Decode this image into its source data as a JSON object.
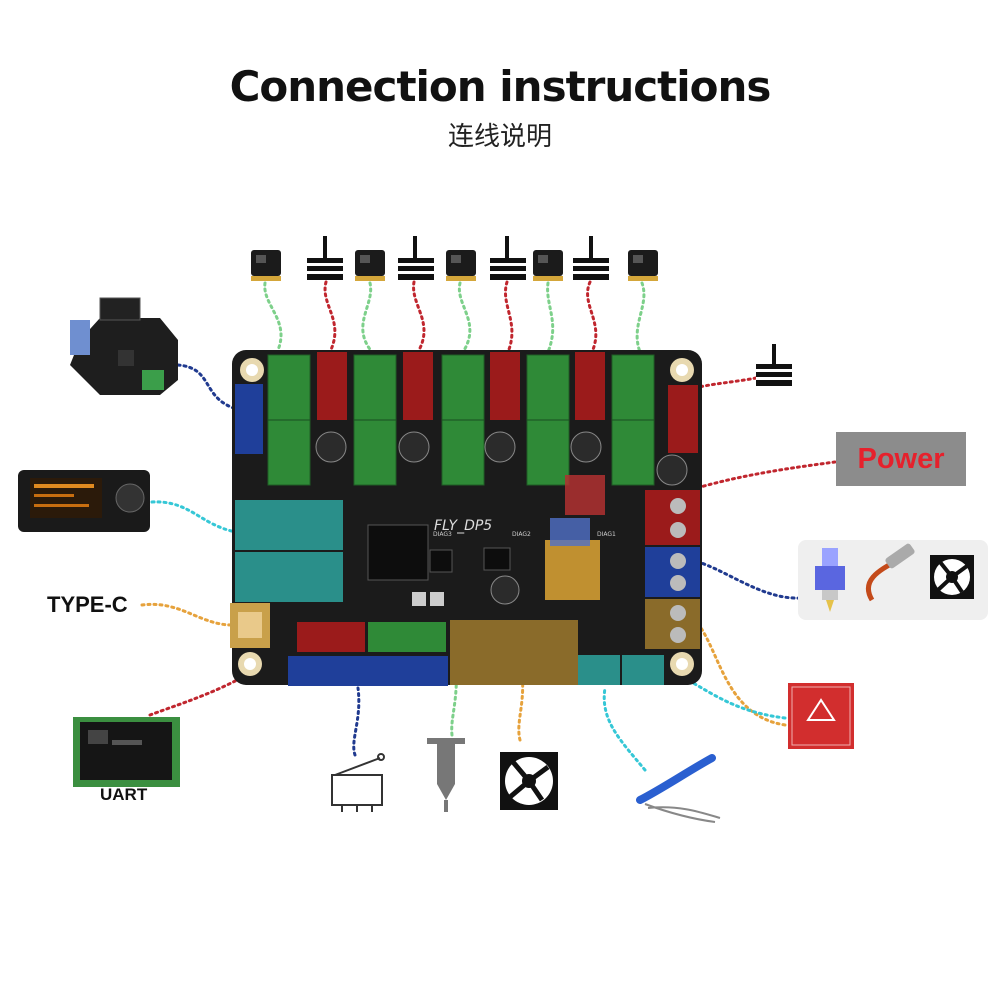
{
  "title": "Connection instructions",
  "subtitle": "连线说明",
  "board": {
    "name": "FLY_DP5",
    "diag_labels": [
      "DIAG3",
      "DIAG2",
      "DIAG1"
    ]
  },
  "labels": {
    "type_c": "TYPE-C",
    "uart": "UART",
    "power": "Power"
  },
  "peripherals": [
    "expansion-board",
    "lcd-display",
    "usb-type-c",
    "uart-touchscreen",
    "endstop-switch",
    "bltouch-probe",
    "fan",
    "thermistor",
    "heated-bed",
    "hotend-heater",
    "heater-cartridge",
    "fan",
    "stepper-motor"
  ],
  "colors": {
    "board": "#1b1b1b",
    "driver_green": "#2f8a37",
    "connector_red": "#9b1b1b",
    "connector_blue": "#1f3f9a",
    "connector_gold": "#8a6b2a",
    "connector_teal": "#2a8f8a",
    "power_red": "#e6212c",
    "dot_green": "#7dd08a",
    "dot_red": "#c0262e",
    "dot_blue": "#203a8f",
    "dot_cyan": "#35c7d6",
    "dot_orange": "#e6a23c"
  }
}
